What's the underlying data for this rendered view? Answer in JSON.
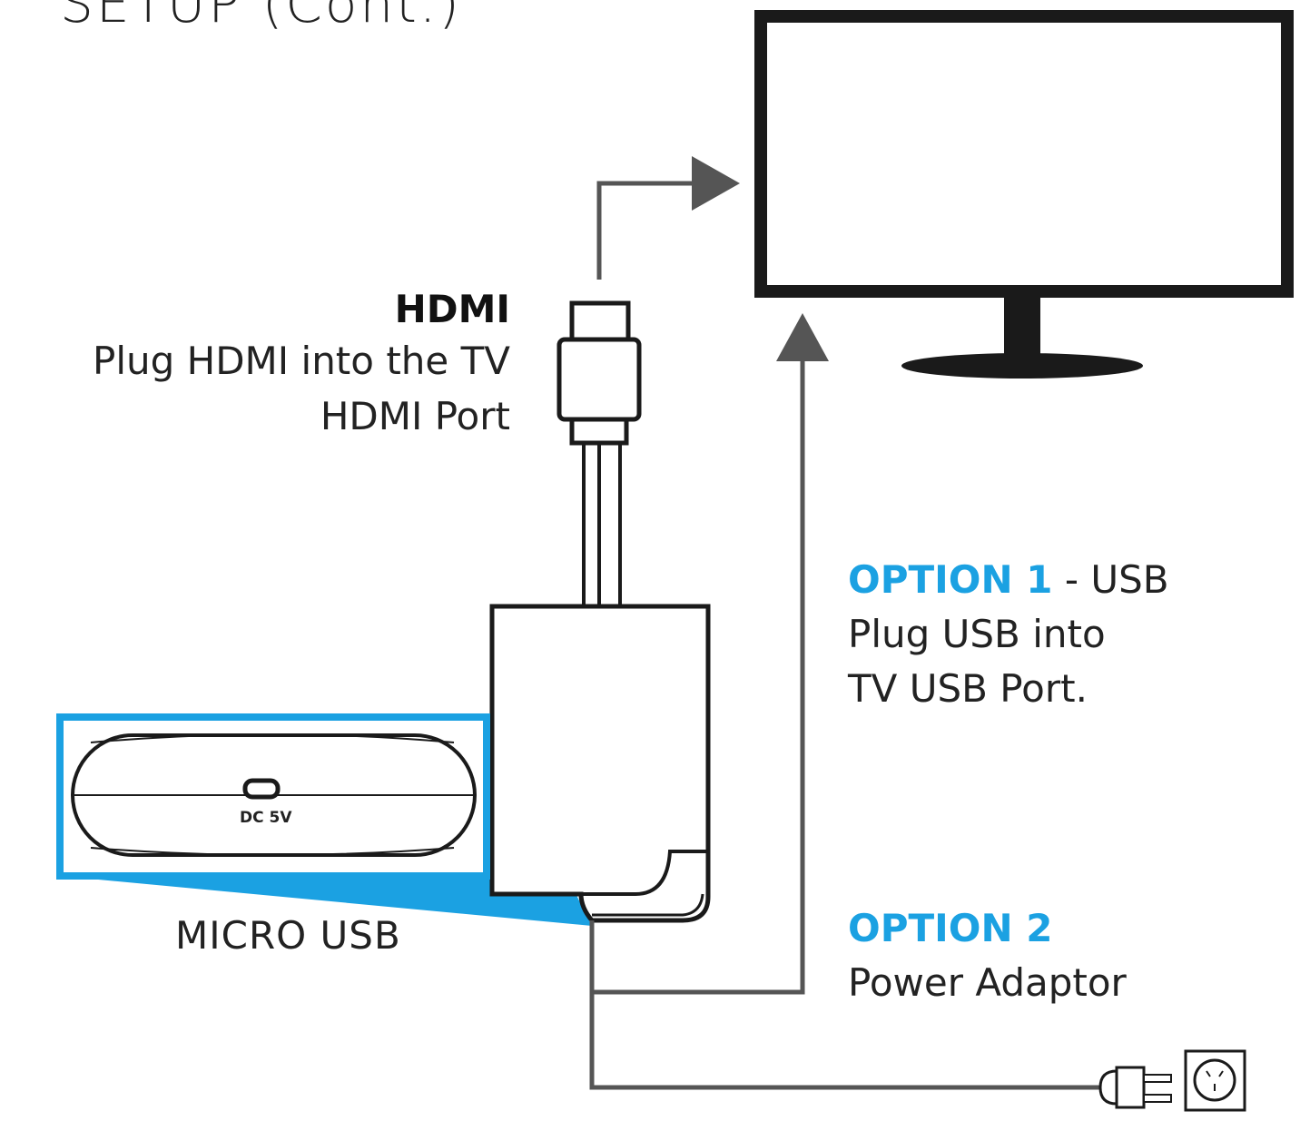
{
  "title": "SETUP (Cont.)",
  "hdmi": {
    "heading": "HDMI",
    "line1": "Plug HDMI into the TV",
    "line2": "HDMI Port"
  },
  "option1": {
    "label": "OPTION 1",
    "separator": " - USB",
    "line2": "Plug USB into",
    "line3": "TV USB Port."
  },
  "option2": {
    "label": "OPTION 2",
    "line2": "Power Adaptor"
  },
  "device": {
    "port_label": "DC 5V",
    "callout_label": "MICRO USB"
  },
  "colors": {
    "accent": "#1ba1e2",
    "cable": "#555555",
    "outline": "#1a1a1a"
  }
}
